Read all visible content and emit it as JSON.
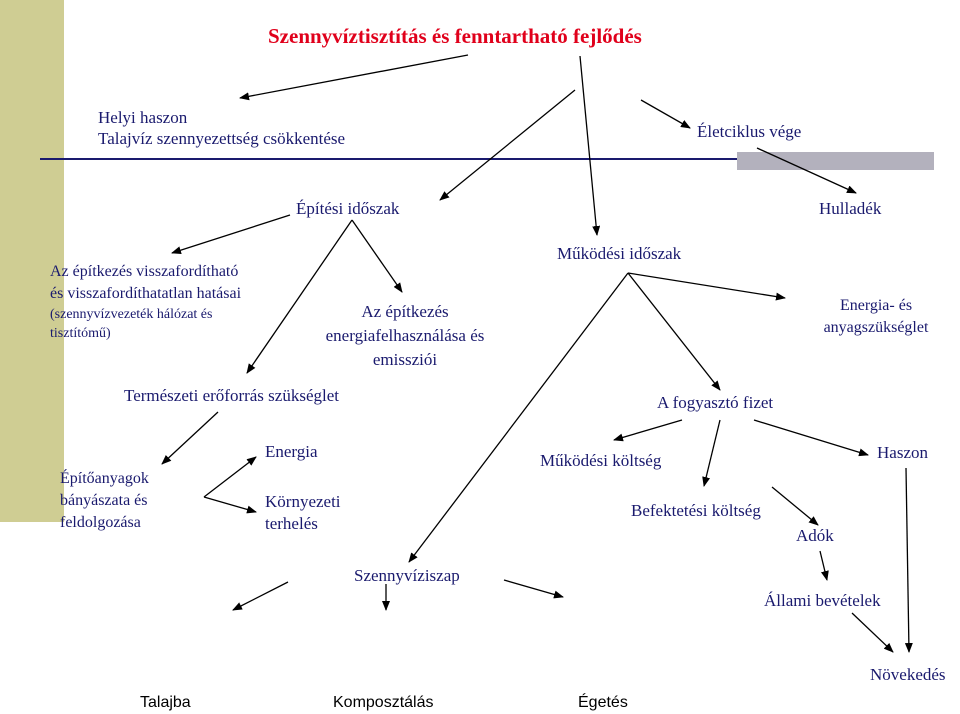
{
  "colors": {
    "sidebar": "#cfcd93",
    "line": "#1a1a6e",
    "grey_bar": "#b3b1bd",
    "title": "#e0001b",
    "text": "#1a1a6e",
    "arrow": "#000000"
  },
  "title": "Szennyvíztisztítás és fenntartható fejlődés",
  "nodes": {
    "helyi_haszon": "Helyi haszon",
    "talajviz": "Talajvíz szennyezettség csökkentése",
    "eletciklus_vege": "Életciklus vége",
    "epitesi_idoszak": "Építési időszak",
    "hulladek": "Hulladék",
    "hatasok": {
      "line1": "Az építkezés visszafordítható",
      "line2": "és visszafordíthatatlan hatásai",
      "line3": "(szennyvízvezeték hálózat és",
      "line4": "tisztítómű)"
    },
    "energiafelhasznalas": {
      "line1": "Az építkezés",
      "line2": "energiafelhasználása és",
      "line3": "emissziói"
    },
    "mukodesi_idoszak": "Működési időszak",
    "energia_anyag": {
      "line1": "Energia- és",
      "line2": "anyagszükséglet"
    },
    "termeszeti_eroforras": "Természeti erőforrás szükséglet",
    "fogyaszto_fizet": "A fogyasztó fizet",
    "epitoanyagok": {
      "line1": "Építőanyagok",
      "line2": "bányászata és",
      "line3": "feldolgozása"
    },
    "energia": "Energia",
    "kornyezeti_terheles": {
      "line1": "Környezeti",
      "line2": "terhelés"
    },
    "mukodesi_koltseg": "Működési költség",
    "befektetesi_koltseg": "Befektetési költség",
    "haszon": "Haszon",
    "adok": "Adók",
    "szennyviziszap": "Szennyvíziszap",
    "allami_bevetelek": "Állami bevételek",
    "novekedes": "Növekedés",
    "talajba": "Talajba",
    "komposztalas": "Komposztálás",
    "egetes": "Égetés"
  }
}
